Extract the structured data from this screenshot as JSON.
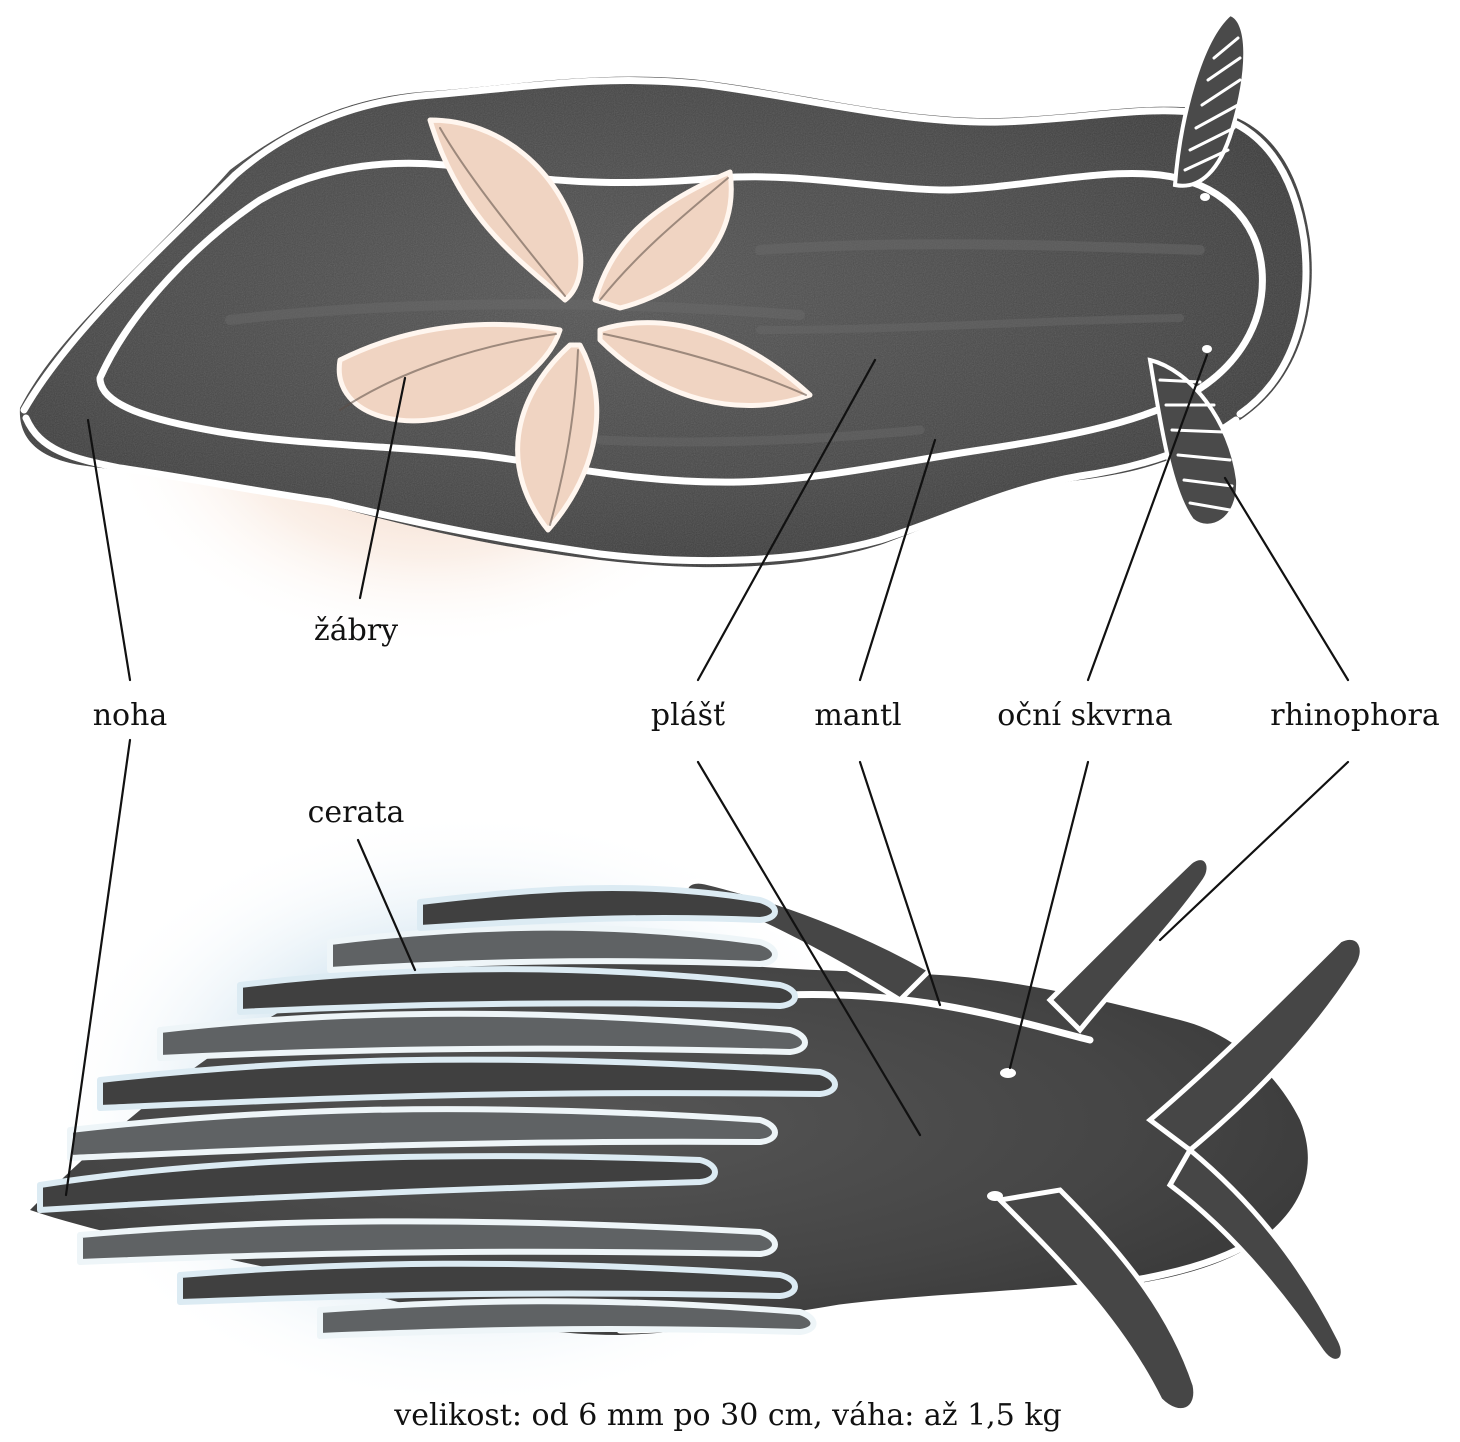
{
  "figure": {
    "labels": {
      "gills": "žábry",
      "foot": "noha",
      "cloak": "plášť",
      "mantle": "mantl",
      "eyespot": "oční skvrna",
      "rhinophore": "rhinophora",
      "cerata": "cerata"
    },
    "caption": "velikost: od 6 mm po 30 cm, váha: až 1,5 kg"
  },
  "colors": {
    "body": "#454545",
    "body_dark": "#2f2f2f",
    "outline": "#ffffff",
    "gills": "#f0d4c2",
    "gills_glow": "#e9b89a",
    "cerata_glow": "#7fb0cf",
    "leader": "#111111"
  }
}
